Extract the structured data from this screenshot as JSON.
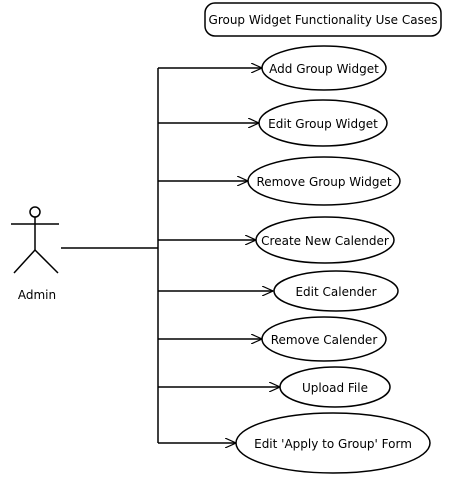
{
  "title_box": {
    "text": "Group Widget Functionality Use Cases"
  },
  "actor": {
    "label": "Admin"
  },
  "use_cases": [
    {
      "label": "Add Group Widget"
    },
    {
      "label": "Edit Group Widget"
    },
    {
      "label": "Remove Group Widget"
    },
    {
      "label": "Create New Calender"
    },
    {
      "label": "Edit Calender"
    },
    {
      "label": "Remove Calender"
    },
    {
      "label": "Upload File"
    },
    {
      "label": "Edit 'Apply to Group' Form"
    }
  ],
  "colors": {
    "stroke": "#000000",
    "background": "#ffffff"
  }
}
